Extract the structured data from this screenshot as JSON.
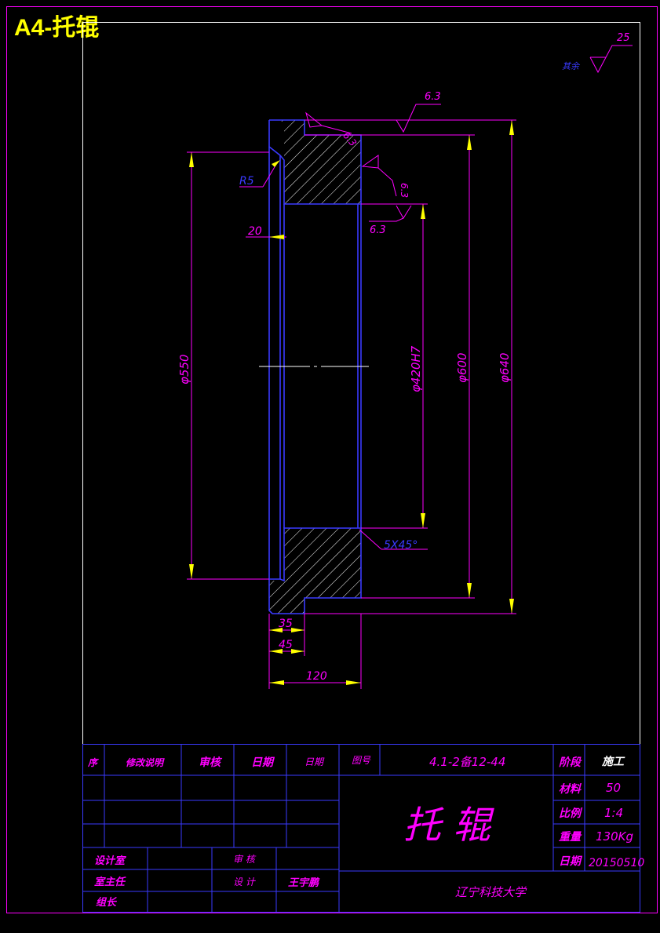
{
  "sheet": {
    "title": "A4-托辊"
  },
  "roughness": {
    "corner_label": "其余",
    "corner_value": "25",
    "top_outer": "6.3",
    "bevel": "6.3",
    "side": "6.3",
    "bore": "6.3"
  },
  "dimensions": {
    "radius": "R5",
    "thickness_20": "20",
    "d550": "φ550",
    "d420": "φ420H7",
    "d600": "φ600",
    "d640": "φ640",
    "chamfer": "5X45°",
    "w35": "35",
    "w45": "45",
    "w120": "120"
  },
  "title_block": {
    "header": {
      "seq": "序",
      "change_desc": "修改说明",
      "review": "审核",
      "date1": "日期",
      "date2": "日期",
      "drawing_no_label": "图号",
      "drawing_no": "4.1-2备12-44",
      "stage_label": "阶段",
      "stage_value": "施工"
    },
    "material_label": "材料",
    "material_value": "50",
    "scale_label": "比例",
    "scale_value": "1:4",
    "weight_label": "重量",
    "weight_value": "130Kg",
    "date_label": "日期",
    "date_value": "20150510",
    "part_name": "托  辊",
    "design_room": "设计室",
    "check": "审 核",
    "room_director": "室主任",
    "designer": "设 计",
    "designer_name": "王宇鹏",
    "group_leader": "组长",
    "school": "辽宁科技大学"
  }
}
